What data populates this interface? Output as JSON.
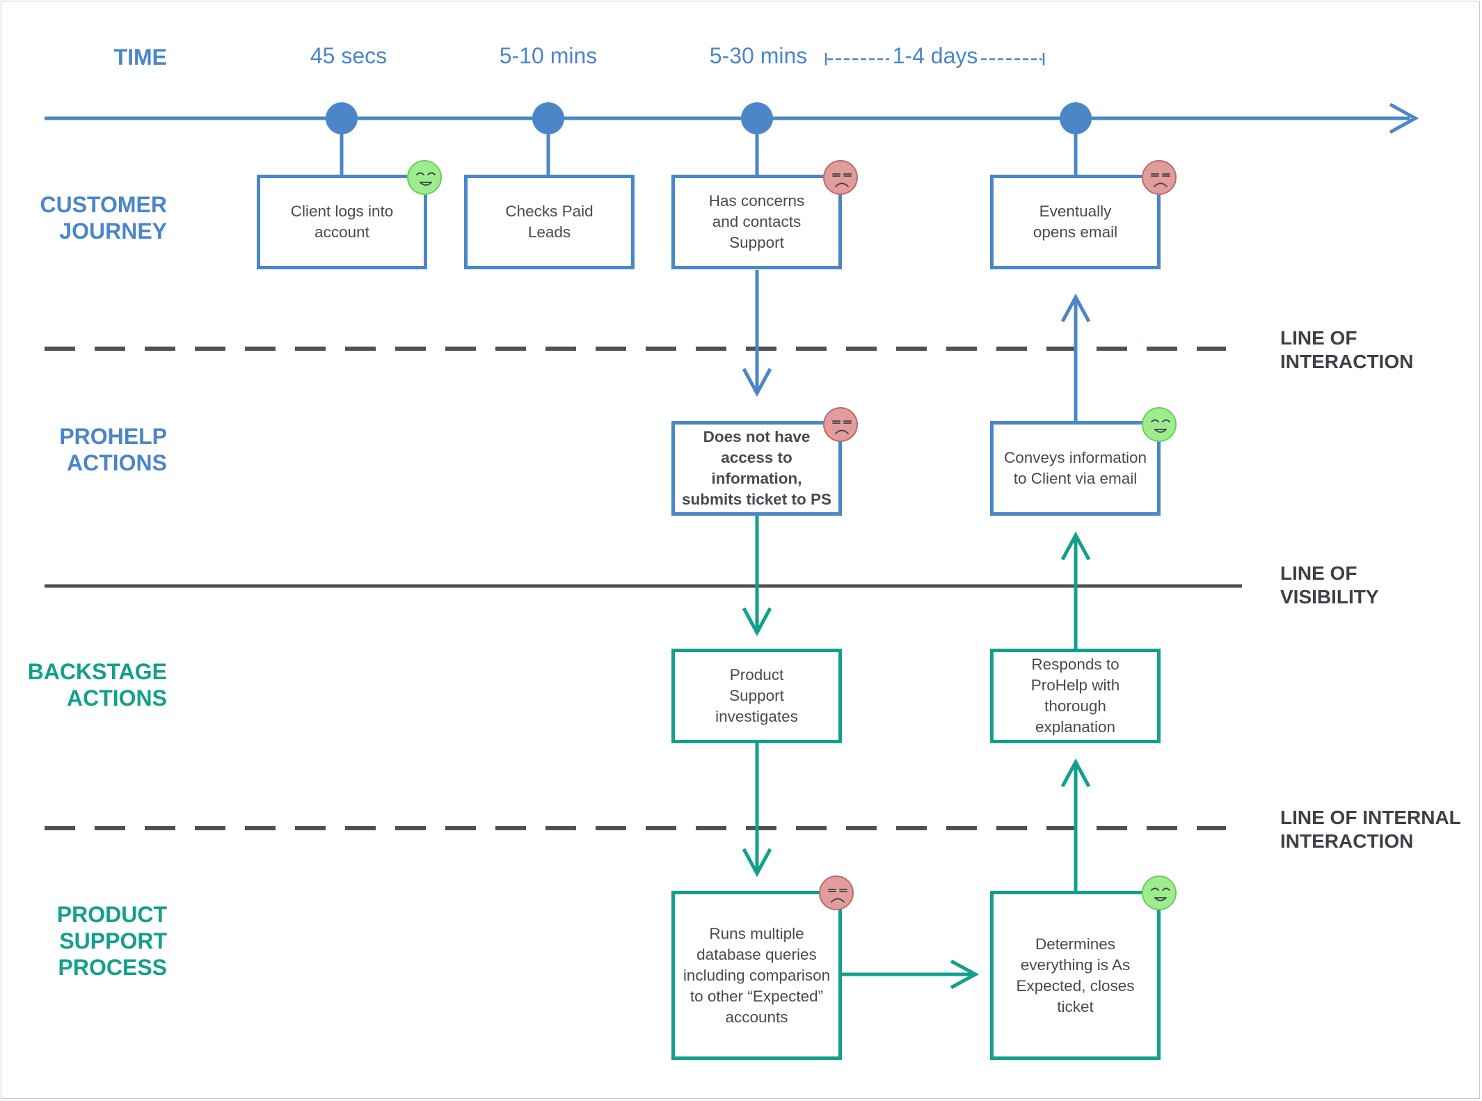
{
  "row_labels": {
    "time": "TIME",
    "customer_journey": "CUSTOMER\nJOURNEY",
    "prohelp_actions": "PROHELP\nACTIONS",
    "backstage_actions": "BACKSTAGE\nACTIONS",
    "product_support_process": "PRODUCT\nSUPPORT\nPROCESS"
  },
  "time_labels": {
    "t1": "45 secs",
    "t2": "5-10 mins",
    "t3": "5-30 mins",
    "t4": "1-4 days"
  },
  "separator_labels": {
    "interaction": "LINE OF\nINTERACTION",
    "visibility": "LINE OF\nVISIBILITY",
    "internal": "LINE OF INTERNAL\nINTERACTION"
  },
  "boxes": {
    "client_logs": "Client logs into account",
    "checks_leads": "Checks Paid Leads",
    "has_concerns": "Has concerns and contacts Support",
    "opens_email": "Eventually opens email",
    "no_access": "Does not have access to information, submits ticket to PS",
    "conveys_info": "Conveys information to Client via email",
    "ps_investigates": "Product Support investigates",
    "responds": "Responds to ProHelp with thorough explanation",
    "runs_queries": "Runs multiple database queries including comparison to other “Expected” accounts",
    "determines": "Determines everything is As Expected, closes ticket"
  },
  "moods": {
    "client_logs": "happy",
    "has_concerns": "sad",
    "opens_email": "sad",
    "no_access": "sad",
    "conveys_info": "happy",
    "runs_queries": "sad",
    "determines": "happy"
  },
  "colors": {
    "customer_blue": "#4a86c8",
    "backstage_teal": "#12a08c",
    "line_gray": "#4c5158",
    "happy_green": "#9ded8e",
    "sad_red": "#e29c9c"
  }
}
